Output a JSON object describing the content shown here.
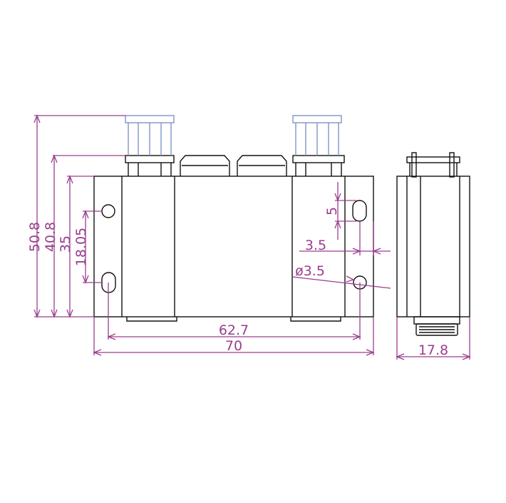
{
  "colors": {
    "dimension": "#9a3d8e",
    "outline": "#111111",
    "fitting": "#7f95c8",
    "background": "#ffffff"
  },
  "dimensions": {
    "overall_height": "50.8",
    "fitting_height": "40.8",
    "body_height": "35",
    "hole_spacing_vertical": "18.05",
    "slot_length": "5",
    "edge_offset": "3.5",
    "hole_diameter": "ø3.5",
    "hole_spacing_horizontal": "62.7",
    "overall_width": "70",
    "side_width": "17.8"
  }
}
